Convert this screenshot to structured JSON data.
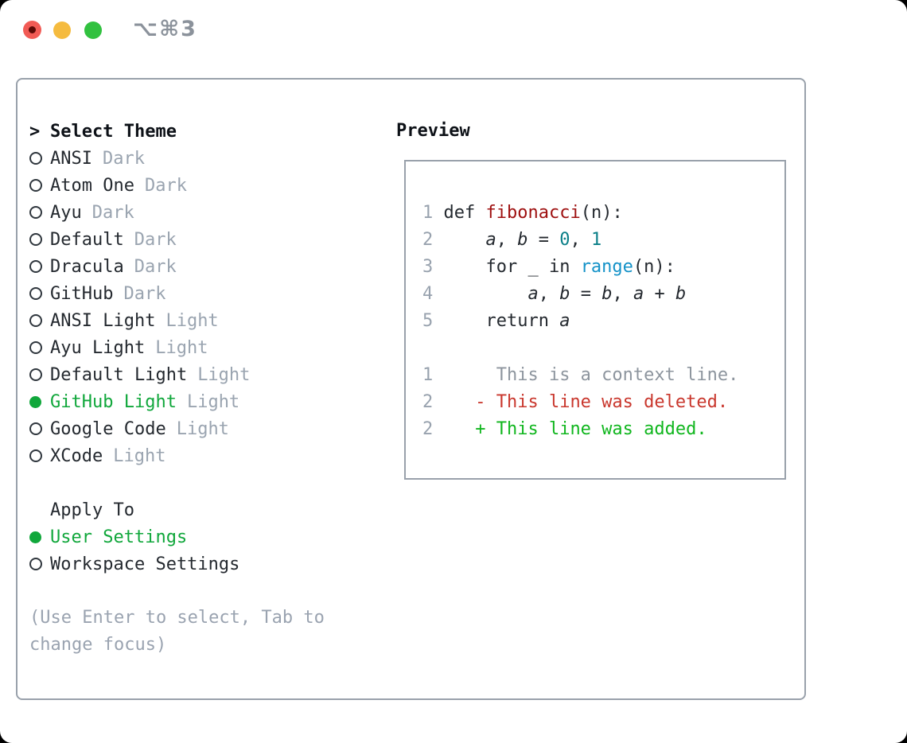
{
  "window": {
    "title": "⌥⌘3",
    "traffic_buttons": [
      "close",
      "minimize",
      "zoom"
    ]
  },
  "colors": {
    "text": "#24292f",
    "heading": "#0d1117",
    "muted": "#9aa4b0",
    "hint": "#9aa3b0",
    "ctx": "#8d959e",
    "ln": "#98a2ae",
    "border": "#99a1ab",
    "green": "#10a73b",
    "add_green": "#10b61e",
    "del_red": "#c9372d",
    "func_red": "#9e0f0f",
    "num_teal": "#0b7f88",
    "builtin_blue": "#1492c8",
    "title_gray": "#8b929b",
    "traffic_red": "#f15b55",
    "traffic_red_dot": "#5c0a06",
    "traffic_yellow": "#f5bb3f",
    "traffic_green": "#31c13f"
  },
  "theme_list": {
    "header_prefix": ">",
    "header_label": "Select Theme",
    "items": [
      {
        "name": "ANSI",
        "variant": "Dark",
        "selected": false
      },
      {
        "name": "Atom One",
        "variant": "Dark",
        "selected": false
      },
      {
        "name": "Ayu",
        "variant": "Dark",
        "selected": false
      },
      {
        "name": "Default",
        "variant": "Dark",
        "selected": false
      },
      {
        "name": "Dracula",
        "variant": "Dark",
        "selected": false
      },
      {
        "name": "GitHub",
        "variant": "Dark",
        "selected": false
      },
      {
        "name": "ANSI Light",
        "variant": "Light",
        "selected": false
      },
      {
        "name": "Ayu Light",
        "variant": "Light",
        "selected": false
      },
      {
        "name": "Default Light",
        "variant": "Light",
        "selected": false
      },
      {
        "name": "GitHub Light",
        "variant": "Light",
        "selected": true
      },
      {
        "name": "Google Code",
        "variant": "Light",
        "selected": false
      },
      {
        "name": "XCode",
        "variant": "Light",
        "selected": false
      }
    ]
  },
  "apply_to": {
    "label": "Apply To",
    "options": [
      {
        "name": "User Settings",
        "selected": true
      },
      {
        "name": "Workspace Settings",
        "selected": false
      }
    ]
  },
  "hint_lines": [
    "(Use Enter to select, Tab to",
    "change focus)"
  ],
  "preview": {
    "label": "Preview",
    "code_lines": [
      [
        {
          "t": "1 ",
          "s": "ln"
        },
        {
          "t": "def ",
          "s": "plain"
        },
        {
          "t": "fibonacci",
          "s": "func"
        },
        {
          "t": "(n):",
          "s": "plain"
        }
      ],
      [
        {
          "t": "2 ",
          "s": "ln"
        },
        {
          "t": "    ",
          "s": "plain"
        },
        {
          "t": "a",
          "s": "var"
        },
        {
          "t": ", ",
          "s": "plain"
        },
        {
          "t": "b",
          "s": "var"
        },
        {
          "t": " = ",
          "s": "plain"
        },
        {
          "t": "0",
          "s": "num"
        },
        {
          "t": ", ",
          "s": "plain"
        },
        {
          "t": "1",
          "s": "num"
        }
      ],
      [
        {
          "t": "3 ",
          "s": "ln"
        },
        {
          "t": "    for _ in ",
          "s": "plain"
        },
        {
          "t": "range",
          "s": "builtin"
        },
        {
          "t": "(n):",
          "s": "plain"
        }
      ],
      [
        {
          "t": "4 ",
          "s": "ln"
        },
        {
          "t": "        ",
          "s": "plain"
        },
        {
          "t": "a",
          "s": "var"
        },
        {
          "t": ", ",
          "s": "plain"
        },
        {
          "t": "b",
          "s": "var"
        },
        {
          "t": " = ",
          "s": "plain"
        },
        {
          "t": "b",
          "s": "var"
        },
        {
          "t": ", ",
          "s": "plain"
        },
        {
          "t": "a",
          "s": "var"
        },
        {
          "t": " + ",
          "s": "plain"
        },
        {
          "t": "b",
          "s": "var"
        }
      ],
      [
        {
          "t": "5 ",
          "s": "ln"
        },
        {
          "t": "    return ",
          "s": "plain"
        },
        {
          "t": "a",
          "s": "var"
        }
      ],
      [],
      [
        {
          "t": "1",
          "s": "ln"
        },
        {
          "t": "      This is a context line.",
          "s": "ctx"
        }
      ],
      [
        {
          "t": "2",
          "s": "ln"
        },
        {
          "t": "    ",
          "s": "plain"
        },
        {
          "t": "- This line was deleted.",
          "s": "del"
        }
      ],
      [
        {
          "t": "2",
          "s": "ln"
        },
        {
          "t": "    ",
          "s": "plain"
        },
        {
          "t": "+ This line was added.",
          "s": "add"
        }
      ]
    ]
  }
}
